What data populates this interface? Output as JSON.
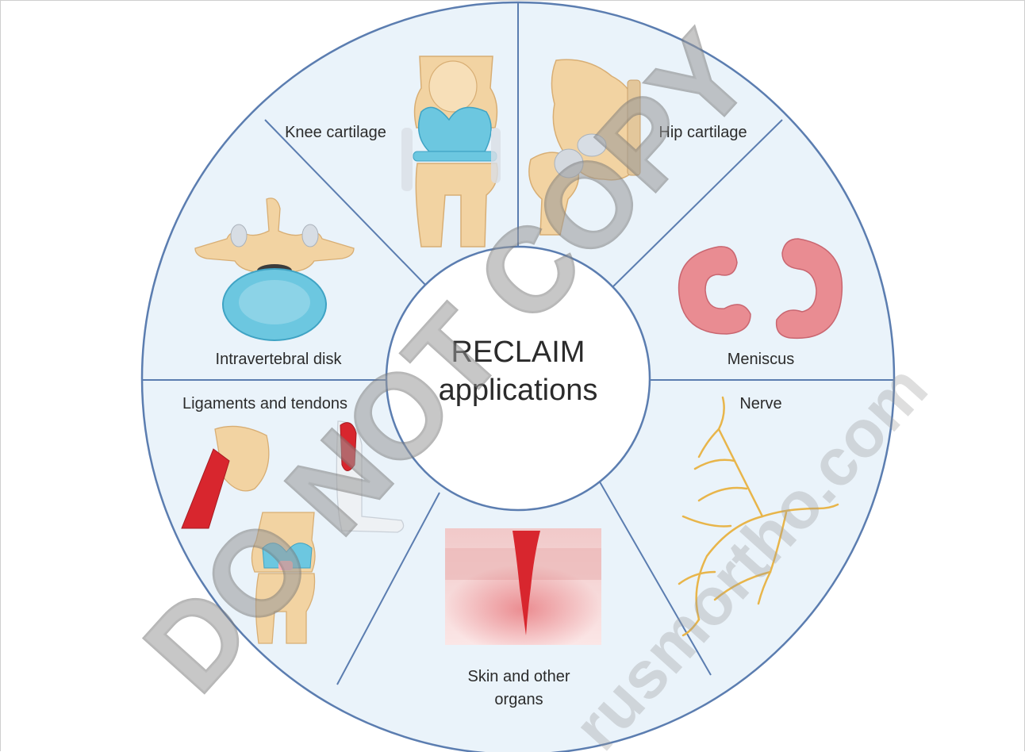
{
  "diagram": {
    "center": {
      "line1": "RECLAIM",
      "line2": "applications"
    },
    "segments": [
      {
        "id": "knee",
        "label": "Knee cartilage",
        "icon": "knee-joint-icon"
      },
      {
        "id": "hip",
        "label": "Hip cartilage",
        "icon": "pelvis-hip-icon"
      },
      {
        "id": "meniscus",
        "label": "Meniscus",
        "icon": "meniscus-icon"
      },
      {
        "id": "nerve",
        "label": "Nerve",
        "icon": "nerve-icon"
      },
      {
        "id": "skin",
        "label_line1": "Skin and other",
        "label_line2": "organs",
        "icon": "skin-wound-icon"
      },
      {
        "id": "ligaments",
        "label": "Ligaments and tendons",
        "icon": "ligament-tendon-icon"
      },
      {
        "id": "disk",
        "label": "Intravertebral disk",
        "icon": "vertebra-disk-icon"
      }
    ],
    "colors": {
      "segment_fill": "#eaf3fa",
      "divider": "#5b7db0",
      "center_fill": "#ffffff",
      "bone": "#f2d3a2",
      "cartilage": "#6cc7e0",
      "meniscus": "#e98c92",
      "nerve": "#e8b54a",
      "wound": "#d8262e"
    }
  },
  "watermark": {
    "line1": "DO NOT COPY",
    "line2": "rusmortho.com"
  }
}
